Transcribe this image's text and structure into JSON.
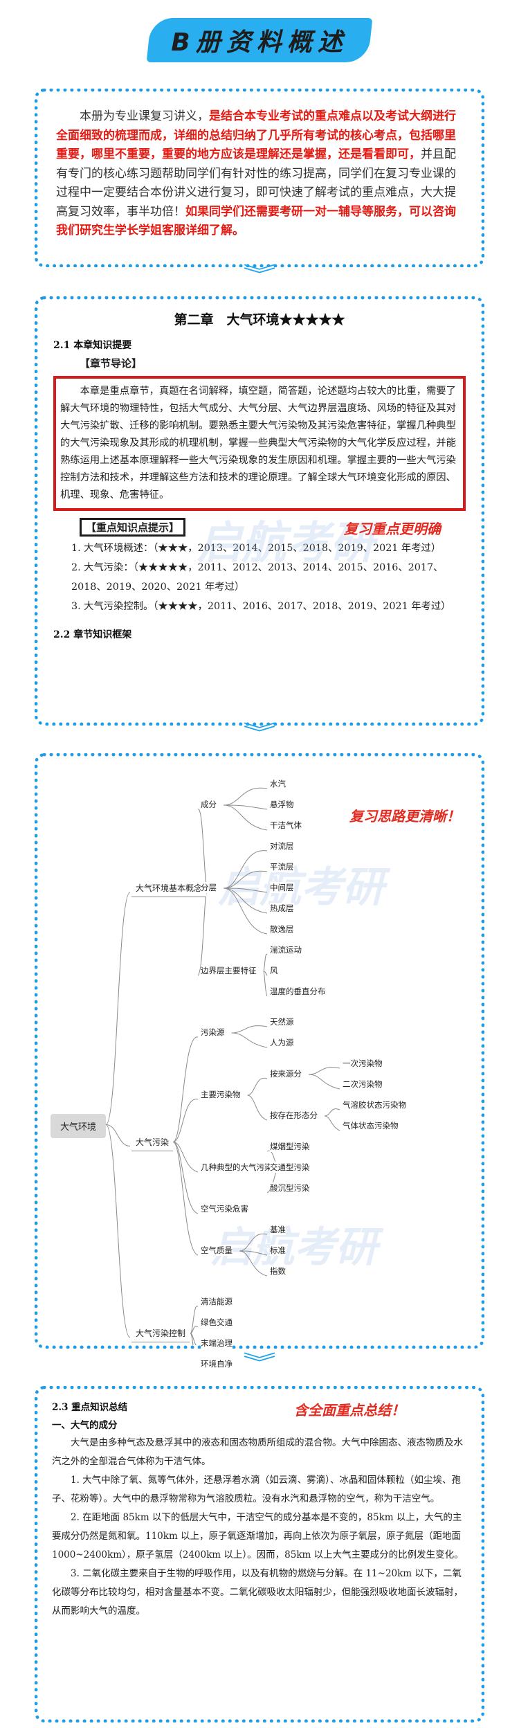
{
  "banner": {
    "title": "B册资料概述"
  },
  "intro": {
    "segments": [
      {
        "text": "本册为专业课复习讲义，",
        "style": "normal"
      },
      {
        "text": "是结合本专业考试的重点难点以及考试大纲进行全面细致的梳理而成，详细的总结归纳了几乎所有考试的核心考点，包括哪里重要，哪里不重要，重要的地方应该是理解还是掌握，还是看看即可，",
        "style": "red"
      },
      {
        "text": "并且配有专门的核心练习题帮助同学们有针对性的练习提高，同学们在复习专业课的过程中一定要结合本份讲义进行复习，即可快速了解考试的重点难点，大大提高复习效率，事半功倍！",
        "style": "normal"
      },
      {
        "text": "如果同学们还需要考研一对一辅导等服务，可以咨询我们研究生学长学姐客服详细了解。",
        "style": "red"
      }
    ]
  },
  "chapter": {
    "title": "第二章　大气环境★★★★★",
    "sec1": "2.1 本章知识提要",
    "guide_tag": "【章节导论】",
    "guide_text": "本章是重点章节，真题在名词解释，填空题，简答题，论述题均占较大的比重，需要了解大气环境的物理特性，包括大气成分、大气分层、大气边界层温度场、风场的特征及其对大气污染扩散、迁移的影响机制。要熟悉主要大气污染物及其污染危害特征，掌握几种典型的大气污染现象及其形成的机理机制，掌握一些典型大气污染物的大气化学反应过程，并能熟练运用上述基本原理解释一些大气污染现象的发生原因和机理。掌握主要的一些大气污染控制方法和技术，并理解这些方法和技术的理论原理。了解全球大气环境变化形成的原因、机理、现象、危害特征。",
    "kp_tag": "【重点知识点提示】",
    "kp_note": "复习重点更明确",
    "kp_items": [
      "1.  大气环境概述：（★★★，2013、2014、2015、2018、2019、2021 年考过）",
      "2.  大气污染：（★★★★★，2011、2012、2013、2014、2015、2016、2017、2018、2019、2020、2021 年考过）",
      "3.  大气污染控制。（★★★★，2011、2016、2017、2018、2019、2021 年考过）"
    ],
    "sec2": "2.2 章节知识框架"
  },
  "mindmap": {
    "note": "复习思路更清晰！",
    "root": "大气环境",
    "branches": [
      {
        "label": "大气环境基本概念",
        "children": [
          {
            "label": "成分",
            "children": [
              "水汽",
              "悬浮物",
              "干洁气体"
            ]
          },
          {
            "label": "分层",
            "children": [
              "对流层",
              "平流层",
              "中间层",
              "热成层",
              "散逸层"
            ]
          },
          {
            "label": "边界层主要特征",
            "children": [
              "湍流运动",
              "风",
              "温度的垂直分布"
            ]
          }
        ]
      },
      {
        "label": "大气污染",
        "children": [
          {
            "label": "污染源",
            "children": [
              "天然源",
              "人为源"
            ]
          },
          {
            "label": "主要污染物",
            "children": [
              {
                "label": "按来源分",
                "children": [
                  "一次污染物",
                  "二次污染物"
                ]
              },
              {
                "label": "按存在形态分",
                "children": [
                  "气溶胶状态污染物",
                  "气体状态污染物"
                ]
              }
            ]
          },
          {
            "label": "几种典型的大气污染",
            "children": [
              "煤烟型污染",
              "交通型污染",
              "酸沉型污染"
            ]
          },
          {
            "label": "空气污染危害",
            "children": []
          },
          {
            "label": "空气质量",
            "children": [
              "基准",
              "标准",
              "指数"
            ]
          }
        ]
      },
      {
        "label": "大气污染控制",
        "children": [
          "清洁能源",
          "绿色交通",
          "末端治理",
          "环境自净"
        ]
      }
    ]
  },
  "summary": {
    "sec": "2.3 重点知识总结",
    "note": "含全面重点总结！",
    "sub": "一、大气的成分",
    "paras": [
      "大气是由多种气态及悬浮其中的液态和固态物质所组成的混合物。大气中除固态、液态物质及水汽之外的全部混合气体称为干洁气体。",
      "1.  大气中除了氧、氮等气体外，还悬浮着水滴（如云滴、雾滴）、冰晶和固体颗粒（如尘埃、孢子、花粉等）。大气中的悬浮物常称为气溶胶质粒。没有水汽和悬浮物的空气，称为干洁空气。",
      "2.  在距地面 85km 以下的低层大气中，干洁空气的成分基本是不变的，85km 以上，大气的主要成分仍然是氮和氧。110km 以上，原子氧逐渐增加，再向上依次为原子氧层，原子氮层（距地面 1000~2400km），原子氢层（2400km 以上）。因而，85km 以上大气主要成分的比例发生变化。",
      "3.  二氧化碳主要来自于生物的呼吸作用，以及有机物的燃烧与分解。在 11~20km 以下，二氧化碳等分布比较均匀，相对含量基本不变。二氧化碳吸收太阳辐射少，但能强烈吸收地面长波辐射，从而影响大气的温度。"
    ]
  },
  "watermark": "启航考研",
  "colors": {
    "accent": "#1e9be3",
    "red": "#e41b13",
    "banner": "#29aef0"
  }
}
